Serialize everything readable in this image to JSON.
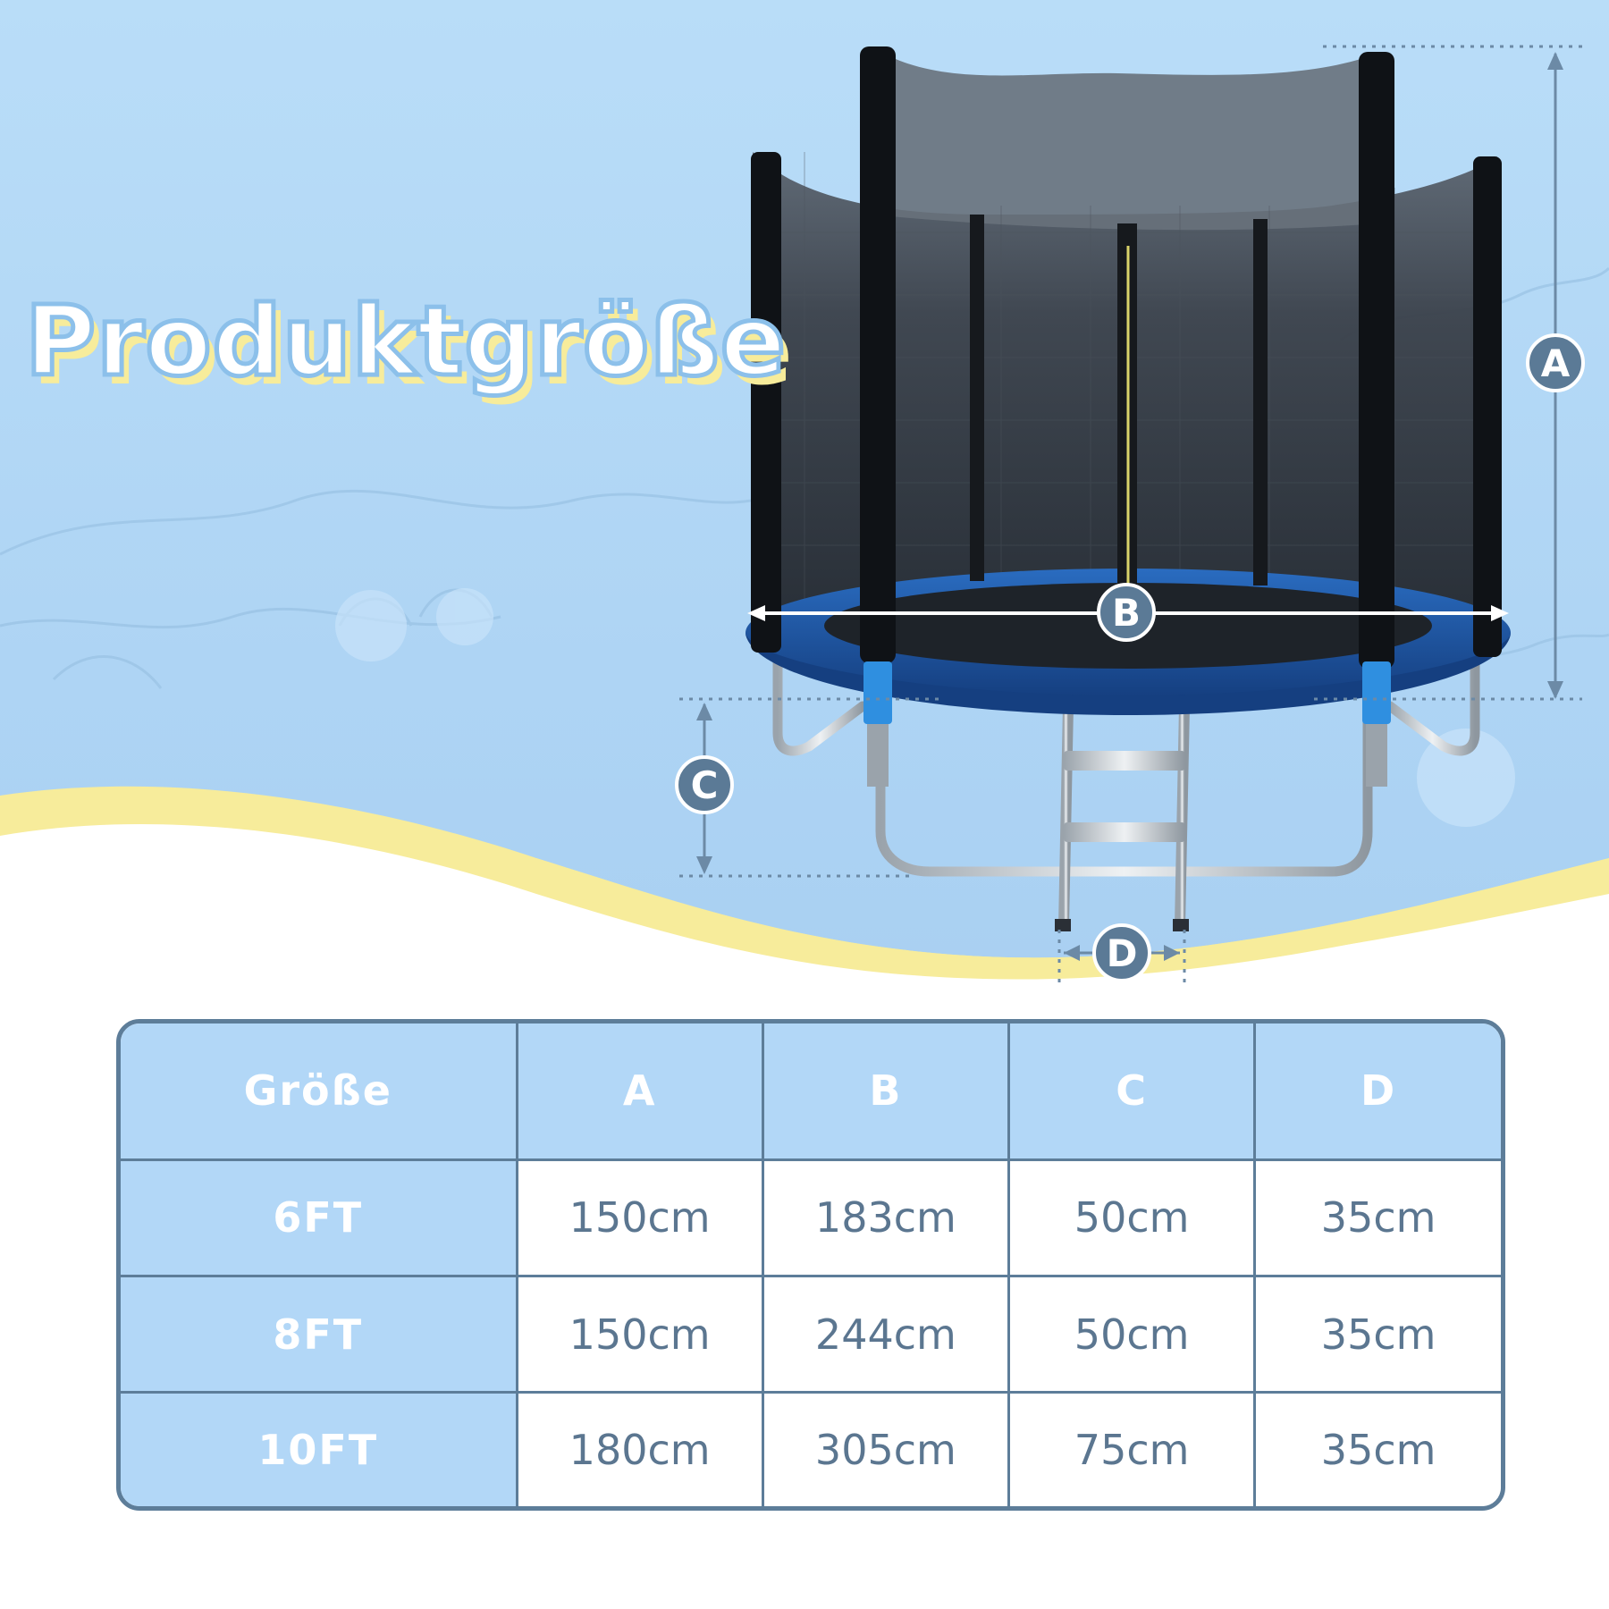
{
  "title": "Produktgröße",
  "markers": {
    "a": "A",
    "b": "B",
    "c": "C",
    "d": "D"
  },
  "table": {
    "headers": [
      "Größe",
      "A",
      "B",
      "C",
      "D"
    ],
    "rows": [
      {
        "size": "6FT",
        "a": "150cm",
        "b": "183cm",
        "c": "50cm",
        "d": "35cm"
      },
      {
        "size": "8FT",
        "a": "150cm",
        "b": "244cm",
        "c": "50cm",
        "d": "35cm"
      },
      {
        "size": "10FT",
        "a": "180cm",
        "b": "305cm",
        "c": "75cm",
        "d": "35cm"
      }
    ]
  },
  "colors": {
    "sky": "#b8dcf7",
    "accent_wave": "#f7ec9b",
    "marker": "#5b7a96",
    "table_border": "#5d7d99",
    "pad_blue": "#1f5fb0"
  }
}
